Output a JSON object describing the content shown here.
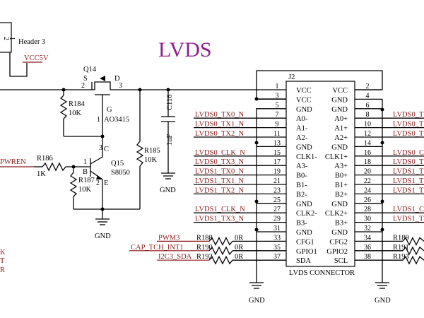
{
  "title": "LVDS",
  "header_label": "Header 3",
  "vcc5v": "VCC5V",
  "q14": {
    "ref": "Q14",
    "s": "S",
    "d": "D",
    "g": "G",
    "part": "AO3415",
    "pin_s": "2",
    "pin_d": "3",
    "pin_g": "1"
  },
  "q15": {
    "ref": "Q15",
    "part": "S8050",
    "b": "B",
    "c": "C",
    "e": "E",
    "pin_b": "1",
    "pin_c": "3",
    "pin_e": "2"
  },
  "r184": {
    "ref": "R184",
    "val": "10K"
  },
  "r185": {
    "ref": "R185",
    "val": "10K"
  },
  "r186": {
    "ref": "R186",
    "val": "1K"
  },
  "r187": {
    "ref": "R187",
    "val": "10K"
  },
  "c116": {
    "ref": "C116",
    "val": "1uF"
  },
  "pwren": "PWREN",
  "gnd": "GND",
  "j2": {
    "ref": "J2",
    "name": "LVDS CONNECTOR",
    "left_pins": [
      {
        "num": "1",
        "label": "VCC",
        "net": ""
      },
      {
        "num": "3",
        "label": "VCC",
        "net": ""
      },
      {
        "num": "5",
        "label": "GND",
        "net": ""
      },
      {
        "num": "7",
        "label": "A0-",
        "net": "LVDS0_TX0_N"
      },
      {
        "num": "9",
        "label": "A1-",
        "net": "LVDS0_TX1_N"
      },
      {
        "num": "11",
        "label": "A2-",
        "net": "LVDS0_TX2_N"
      },
      {
        "num": "13",
        "label": "GND",
        "net": ""
      },
      {
        "num": "15",
        "label": "CLK1-",
        "net": "LVDS0_CLK_N"
      },
      {
        "num": "17",
        "label": "A3-",
        "net": "LVDS0_TX3_N"
      },
      {
        "num": "19",
        "label": "B0-",
        "net": "LVDS1_TX0_N"
      },
      {
        "num": "21",
        "label": "B1-",
        "net": "LVDS1_TX1_N"
      },
      {
        "num": "23",
        "label": "B2-",
        "net": "LVDS1_TX2_N"
      },
      {
        "num": "25",
        "label": "GND",
        "net": ""
      },
      {
        "num": "27",
        "label": "CLK2-",
        "net": "LVDS1_CLK_N"
      },
      {
        "num": "29",
        "label": "B3-",
        "net": "LVDS1_TX3_N"
      },
      {
        "num": "31",
        "label": "GND",
        "net": ""
      },
      {
        "num": "33",
        "label": "CFG1",
        "net": ""
      },
      {
        "num": "35",
        "label": "GPIO1",
        "net": ""
      },
      {
        "num": "37",
        "label": "SDA",
        "net": ""
      }
    ],
    "right_pins": [
      {
        "num": "2",
        "label": "VCC",
        "net": ""
      },
      {
        "num": "4",
        "label": "GND",
        "net": ""
      },
      {
        "num": "6",
        "label": "GND",
        "net": ""
      },
      {
        "num": "8",
        "label": "A0+",
        "net": "LVDS0_T"
      },
      {
        "num": "10",
        "label": "A1+",
        "net": "LVDS0_T"
      },
      {
        "num": "12",
        "label": "A2+",
        "net": "LVDS0_T"
      },
      {
        "num": "14",
        "label": "GND",
        "net": ""
      },
      {
        "num": "16",
        "label": "CLK1+",
        "net": "LVDS0_C"
      },
      {
        "num": "18",
        "label": "A3+",
        "net": "LVDS0_T"
      },
      {
        "num": "20",
        "label": "B0+",
        "net": "LVDS1_T"
      },
      {
        "num": "22",
        "label": "B1+",
        "net": "LVDS1_T"
      },
      {
        "num": "24",
        "label": "B2+",
        "net": "LVDS1_T"
      },
      {
        "num": "26",
        "label": "GND",
        "net": ""
      },
      {
        "num": "28",
        "label": "CLK2+",
        "net": "LVDS1_C"
      },
      {
        "num": "30",
        "label": "B3+",
        "net": "LVDS1_T"
      },
      {
        "num": "32",
        "label": "GND",
        "net": ""
      },
      {
        "num": "34",
        "label": "CFG2",
        "net": ""
      },
      {
        "num": "36",
        "label": "GPIO2",
        "net": ""
      },
      {
        "num": "38",
        "label": "SCL",
        "net": ""
      }
    ]
  },
  "left_nets": [
    {
      "net": "PWM3",
      "ref": "R188",
      "val": "0R"
    },
    {
      "net": "CAP_TCH_INT1",
      "ref": "R190",
      "val": "0R"
    },
    {
      "net": "I2C3_SDA",
      "ref": "R192",
      "val": "0R"
    }
  ],
  "right_refs": [
    "R189",
    "R191",
    "R193"
  ],
  "edge_letters": [
    "K",
    "T",
    "R"
  ]
}
